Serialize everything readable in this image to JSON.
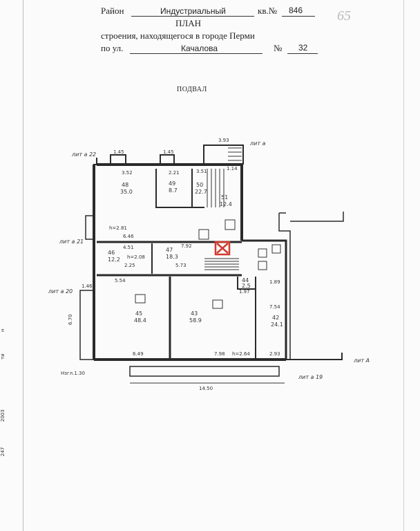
{
  "header": {
    "district_label": "Район",
    "district_value": "Индустриальный",
    "quarter_label": "кв.№",
    "quarter_value": "846",
    "plan_title": "ПЛАН",
    "building_line": "строения, находящегося в городе Перми",
    "street_label": "по ул.",
    "street_value": "Качалова",
    "house_label": "№",
    "house_value": "32",
    "page_mark": "65"
  },
  "floor_title": "ПОДВАЛ",
  "rooms": [
    {
      "id": "48",
      "area": "35.0"
    },
    {
      "id": "49",
      "area": "8.7"
    },
    {
      "id": "50",
      "area": "22.7"
    },
    {
      "id": "51",
      "area": "12.4"
    },
    {
      "id": "46",
      "area": "12.2"
    },
    {
      "id": "47",
      "area": "18.3"
    },
    {
      "id": "45",
      "area": "48.4"
    },
    {
      "id": "43",
      "area": "58.9"
    },
    {
      "id": "44",
      "area": "2.5"
    },
    {
      "id": "42",
      "area": "24.1"
    }
  ],
  "dims": {
    "d_145": "1.45",
    "d_145b": "1.45",
    "d_393": "3.93",
    "d_352": "3.52",
    "d_221": "2.21",
    "d_351": "3.51",
    "d_114": "1.14",
    "d_646": "6.46",
    "d_h281": "h=2.81",
    "d_451": "4.51",
    "d_h208": "h=2.08",
    "d_225": "2.25",
    "d_573": "5.73",
    "d_792": "7.92",
    "d_554": "5.54",
    "d_649": "6.49",
    "d_798": "7.98",
    "d_h264": "h=2.64",
    "d_293": "2.93",
    "d_670": "6.70",
    "d_1450": "14.50",
    "d_146": "1.46",
    "d_754": "7.54",
    "d_189": "1.89",
    "d_197": "1.97",
    "d_mark130": "Нзгл.1.30"
  },
  "litera": {
    "l22": "лит а 22",
    "l_a_top": "лит а",
    "l21": "лит а 21",
    "l20": "лит а 20",
    "l_a_right": "лит А",
    "l19": "лит а 19"
  },
  "margin_text": [
    "н",
    "ти",
    "2003",
    "247"
  ]
}
